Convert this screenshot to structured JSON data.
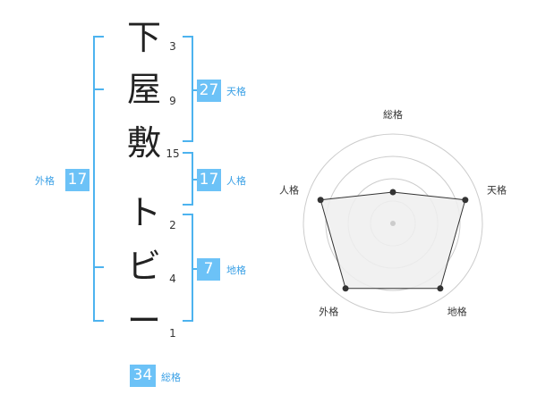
{
  "name": {
    "characters": [
      {
        "char": "下",
        "strokes": "3"
      },
      {
        "char": "屋",
        "strokes": "9"
      },
      {
        "char": "敷",
        "strokes": "15"
      },
      {
        "char": "ト",
        "strokes": "2"
      },
      {
        "char": "ビ",
        "strokes": "4"
      },
      {
        "char": "ー",
        "strokes": "1"
      }
    ]
  },
  "scores": {
    "tenkaku": {
      "value": "27",
      "label": "天格"
    },
    "jinkaku": {
      "value": "17",
      "label": "人格"
    },
    "chikaku": {
      "value": "7",
      "label": "地格"
    },
    "gaikaku": {
      "value": "17",
      "label": "外格"
    },
    "soukaku": {
      "value": "34",
      "label": "総格"
    }
  },
  "chart_data": {
    "type": "radar",
    "axes": [
      "総格",
      "天格",
      "地格",
      "外格",
      "人格"
    ],
    "values": [
      0.35,
      0.85,
      0.9,
      0.9,
      0.85
    ],
    "range": [
      0,
      1
    ],
    "rings": 4,
    "colors": {
      "fill": "#eeeeee",
      "stroke": "#333333",
      "grid": "#cccccc",
      "point": "#333333"
    }
  },
  "colors": {
    "accent": "#6cc2f7",
    "bracket": "#4db3ef"
  }
}
